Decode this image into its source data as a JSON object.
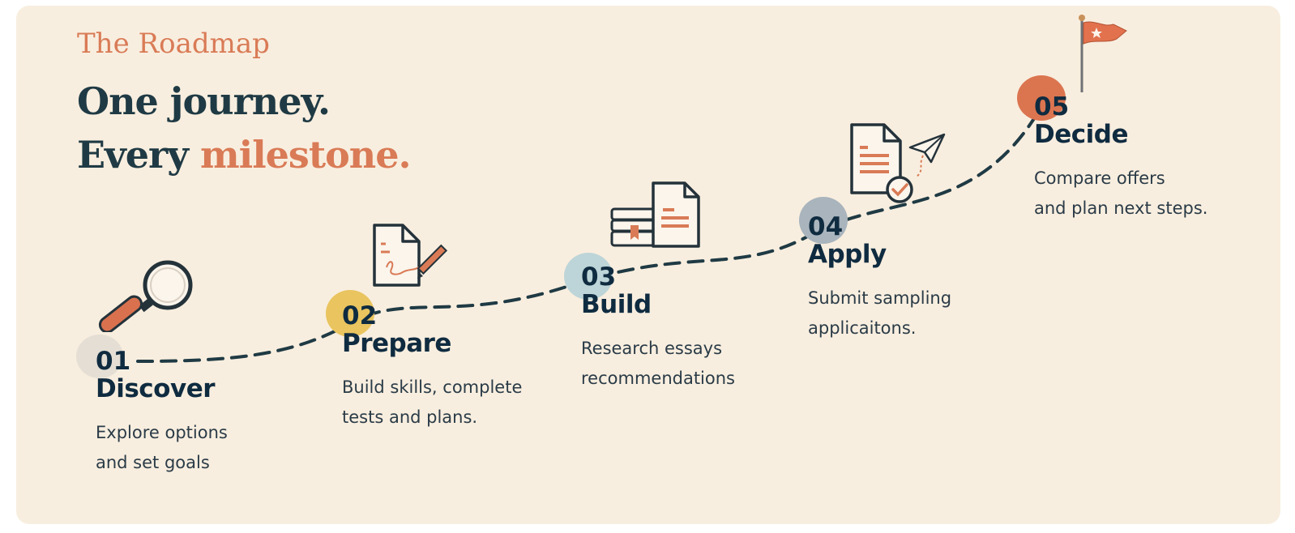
{
  "header": {
    "eyebrow": "The Roadmap",
    "line1": "One journey.",
    "line2_prefix": "Every ",
    "line2_accent": "milestone."
  },
  "steps": [
    {
      "number": "01",
      "name": "Discover",
      "desc_line1": "Explore options",
      "desc_line2": "and set goals",
      "bubble_color": "#e4ded4",
      "icon": "magnifier-icon"
    },
    {
      "number": "02",
      "name": "Prepare",
      "desc_line1": "Build skills, complete",
      "desc_line2": "tests and plans.",
      "bubble_color": "#e9c45f",
      "icon": "document-pencil-icon"
    },
    {
      "number": "03",
      "name": "Build",
      "desc_line1": "Research essays",
      "desc_line2": "recommendations",
      "bubble_color": "#bdd5d8",
      "icon": "books-document-icon"
    },
    {
      "number": "04",
      "name": "Apply",
      "desc_line1": "Submit sampling",
      "desc_line2": "applicaitons.",
      "bubble_color": "#a9b4bd",
      "icon": "document-paperplane-icon"
    },
    {
      "number": "05",
      "name": "Decide",
      "desc_line1": "Compare offers",
      "desc_line2": "and plan next steps.",
      "bubble_color": "#db7550",
      "icon": "flag-icon"
    }
  ],
  "colors": {
    "accent": "#d97b56",
    "ink": "#1f3a44",
    "background": "#f8eedf"
  }
}
